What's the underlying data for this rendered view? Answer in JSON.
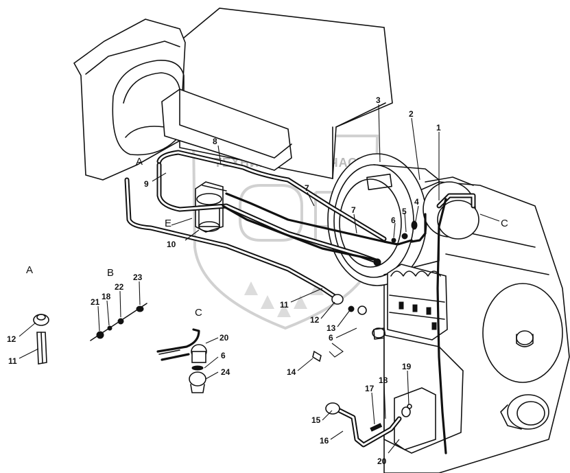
{
  "watermark": {
    "text_left": "ТЕХНИКА",
    "text_right": "ЗАПЧАСТИ"
  },
  "callouts": {
    "c1": "1",
    "c2": "2",
    "c3": "3",
    "c4": "4",
    "c5": "5",
    "c6": "6",
    "c7a": "7",
    "c7b": "7",
    "c8": "8",
    "c9": "9",
    "c10": "10",
    "c11": "11",
    "c12": "12",
    "c13": "13",
    "c6b": "6",
    "c14": "14",
    "c15": "15",
    "c16": "16",
    "c17": "17",
    "c18": "18",
    "c19": "19",
    "c20": "20",
    "letter_A": "A",
    "letter_E": "E",
    "letter_C": "C"
  },
  "detail_a": {
    "title": "A",
    "label_12": "12",
    "label_11": "11"
  },
  "detail_b": {
    "title": "B",
    "label_21": "21",
    "label_18": "18",
    "label_22": "22",
    "label_23": "23"
  },
  "detail_c": {
    "title": "C",
    "label_20": "20",
    "label_6": "6",
    "label_24": "24"
  }
}
